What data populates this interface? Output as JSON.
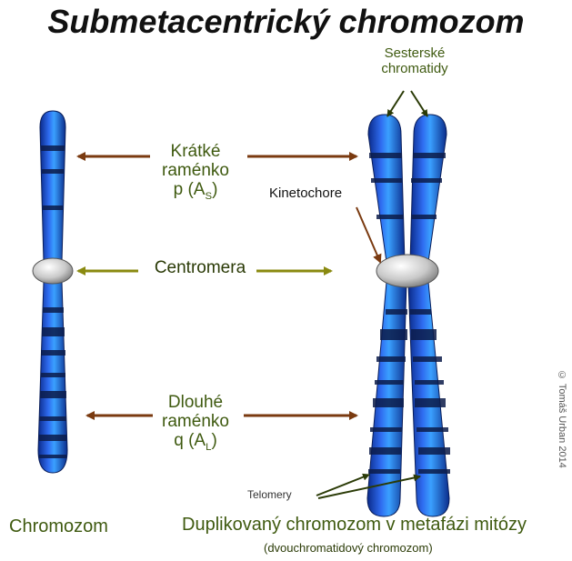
{
  "title": "Submetacentrický chromozom",
  "labels": {
    "short_arm": {
      "line1": "Krátké",
      "line2": "raménko",
      "line3_prefix": "p (A",
      "line3_sub": "S",
      "line3_suffix": ")"
    },
    "centromere": "Centromera",
    "long_arm": {
      "line1": "Dlouhé",
      "line2": "raménko",
      "line3_prefix": "q (A",
      "line3_sub": "L",
      "line3_suffix": ")"
    },
    "sister_chromatids": {
      "line1": "Sesterské",
      "line2": "chromatidy"
    },
    "kinetochore": "Kinetochore",
    "telomeres": "Telomery",
    "chromosome": "Chromozom",
    "duplicated": "Duplikovaný chromozom v metafázi mitózy",
    "duplicated_sub": "(dvouchromatidový chromozom)",
    "copyright": "© Tomáš Urban 2014"
  },
  "colors": {
    "arrow_brown": "#7a3a10",
    "arrow_olive": "#8a8a10",
    "label_green": "#3f5a10",
    "chromatid_blue": "#1f57d6",
    "band_dark": "#0c1c4a",
    "centromere_gray": "#c8c8c8"
  }
}
